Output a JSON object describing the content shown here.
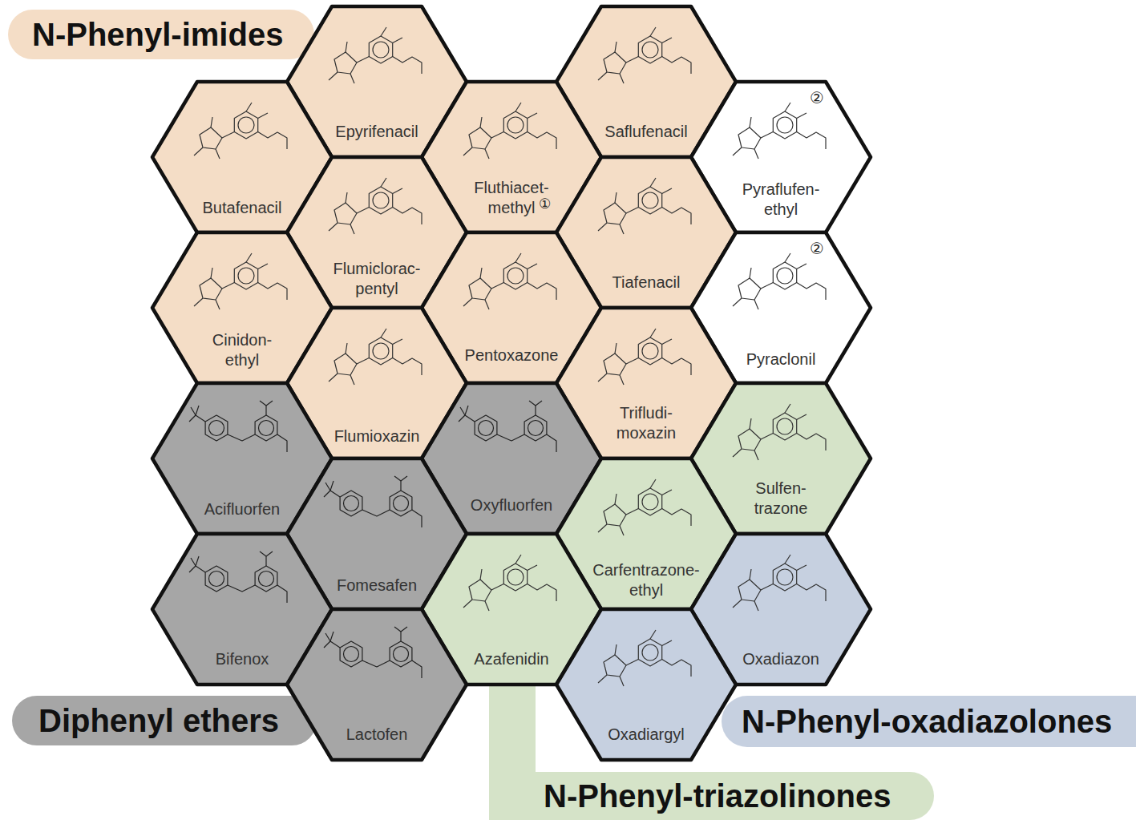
{
  "diagram": {
    "nodes": [
      {
        "text": [
          "N-Phenyl-imides"
        ]
      },
      {
        "text": [
          "Epyrifenacil"
        ]
      },
      {
        "text": [
          "Saflufenacil"
        ]
      },
      {
        "text": [
          "Butafenacil"
        ]
      },
      {
        "text": [
          "Fluthiacet- methyl"
        ]
      },
      {
        "text": [
          "Pyraflufen- ethyl"
        ]
      },
      {
        "text": [
          "Flumiclorac- pentyl"
        ]
      },
      {
        "text": [
          "Tiafenacil"
        ]
      },
      {
        "text": [
          "Cinidon- ethyl"
        ]
      },
      {
        "text": [
          "Pentoxazone"
        ]
      },
      {
        "text": [
          "Pyraclonil"
        ]
      },
      {
        "text": [
          "Flumioxazin"
        ]
      },
      {
        "text": [
          "Trifludi- moxazin"
        ]
      },
      {
        "text": [
          "Acifluorfen"
        ]
      },
      {
        "text": [
          "Oxyfluorfen"
        ]
      },
      {
        "text": [
          "Sulfen- trazone"
        ]
      },
      {
        "text": [
          "Fomesafen"
        ]
      },
      {
        "text": [
          "Carfentrazone- ethyl"
        ]
      },
      {
        "text": [
          "Bifenox"
        ]
      },
      {
        "text": [
          "Azafenidin"
        ]
      },
      {
        "text": [
          "Oxadiazon"
        ]
      },
      {
        "text": [
          "Lactofen"
        ]
      },
      {
        "text": [
          "Oxadiargyl"
        ]
      },
      {
        "text": [
          "Diphenyl ethers"
        ]
      },
      {
        "text": [
          "N-Phenyl-oxadiazolones"
        ]
      },
      {
        "text": [
          "N-Phenyl-triazolinones"
        ]
      }
    ],
    "labels": [
      "①",
      "②",
      "②"
    ]
  }
}
